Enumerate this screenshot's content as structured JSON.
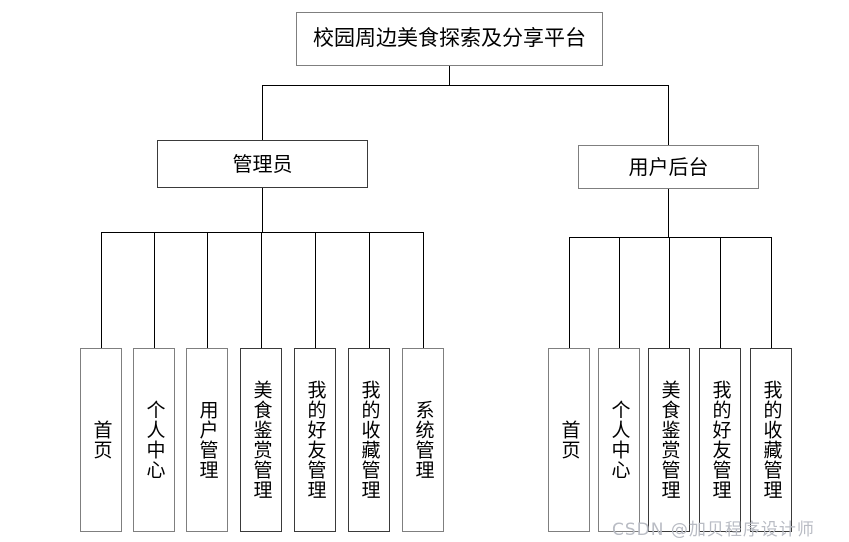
{
  "diagram": {
    "type": "organization-hierarchy-chart",
    "root": {
      "label": "校园周边美食探索及分享平台"
    },
    "branches": [
      {
        "id": "admin",
        "label": "管理员",
        "leaves": [
          {
            "label": "首页"
          },
          {
            "label": "个人中心"
          },
          {
            "label": "用户管理"
          },
          {
            "label": "美食鉴赏管理"
          },
          {
            "label": "我的好友管理"
          },
          {
            "label": "我的收藏管理"
          },
          {
            "label": "系统管理"
          }
        ]
      },
      {
        "id": "user",
        "label": "用户后台",
        "leaves": [
          {
            "label": "首页"
          },
          {
            "label": "个人中心"
          },
          {
            "label": "美食鉴赏管理"
          },
          {
            "label": "我的好友管理"
          },
          {
            "label": "我的收藏管理"
          }
        ]
      }
    ]
  },
  "watermark": {
    "text": "CSDN @加贝程序设计师"
  },
  "colors": {
    "background": "#ffffff",
    "box_border": "#7f7f7f",
    "box_border_dark": "#3a3a3a",
    "connector": "#000000",
    "text": "#000000",
    "watermark": "#b9bcc4"
  }
}
